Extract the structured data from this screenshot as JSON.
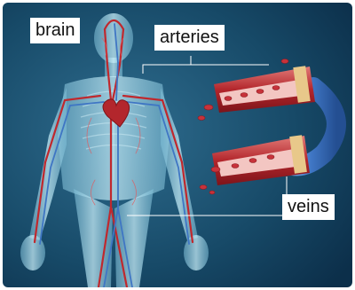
{
  "labels": {
    "brain": "brain",
    "arteries": "arteries",
    "veins": "veins"
  },
  "colors": {
    "background_dark": "#0c2f4a",
    "background_light": "#2f6d8f",
    "body": "#9fd3e6",
    "artery": "#c0282d",
    "vein": "#3f76c4",
    "blood_cell": "#c7323a",
    "label_bg": "#ffffff",
    "leader_line": "#ffffff"
  }
}
